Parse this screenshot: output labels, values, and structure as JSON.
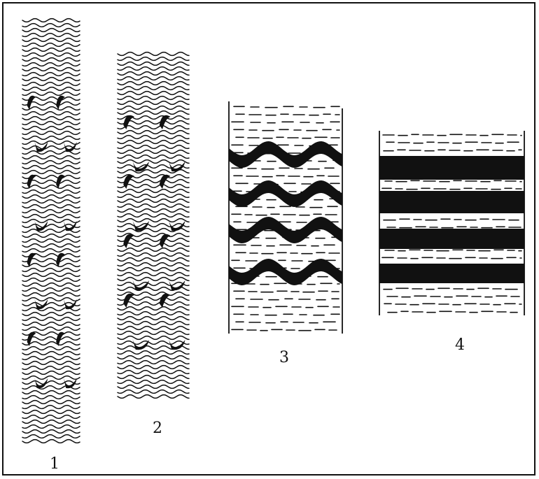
{
  "figure": {
    "panels": [
      {
        "label": "1",
        "type": "wavy-strata-with-fold-bands"
      },
      {
        "label": "2",
        "type": "wavy-strata-with-fold-bands"
      },
      {
        "label": "3",
        "type": "dashed-strata-with-wavy-black-bands"
      },
      {
        "label": "4",
        "type": "dashed-strata-with-straight-black-bands"
      }
    ],
    "colors": {
      "ink": "#111111",
      "paper": "#ffffff"
    }
  }
}
